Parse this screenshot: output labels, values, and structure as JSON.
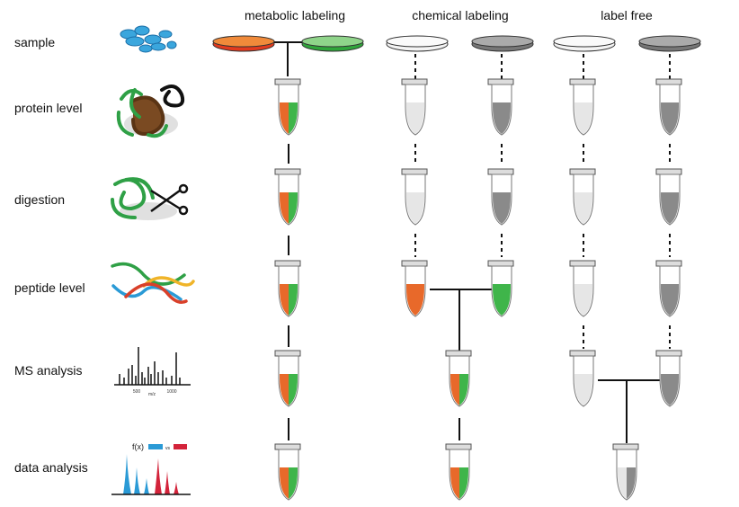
{
  "columns": [
    {
      "label": "metabolic labeling"
    },
    {
      "label": "chemical labeling"
    },
    {
      "label": "label free"
    }
  ],
  "rows": [
    {
      "label": "sample"
    },
    {
      "label": "protein level"
    },
    {
      "label": "digestion"
    },
    {
      "label": "peptide level"
    },
    {
      "label": "MS analysis"
    },
    {
      "label": "data analysis"
    }
  ],
  "ms_icon": {
    "tick_500": "500",
    "tick_1000": "1000",
    "axis": "m/z"
  },
  "data_icon": {
    "func": "f(x)",
    "vs": "vs"
  },
  "colors": {
    "orange": "#e8692a",
    "green": "#3fb54a",
    "red": "#d9402a",
    "gray": "#8a8a8a",
    "light": "#e6e6e6",
    "blue": "#2a9ad6",
    "crimson": "#d3233a"
  },
  "samples": {
    "metabolic": [
      "red",
      "green"
    ],
    "chemical": [
      "light",
      "gray"
    ],
    "label_free": [
      "light",
      "gray"
    ]
  },
  "tubes": {
    "metabolic": [
      "split",
      "split",
      "split",
      "split",
      "split"
    ],
    "chemical_a": [
      "light",
      "light",
      "orange"
    ],
    "chemical_b": [
      "gray",
      "gray",
      "green"
    ],
    "chemical_merged": [
      "split",
      "split"
    ],
    "label_free_a": [
      "light",
      "light",
      "light",
      "light"
    ],
    "label_free_b": [
      "gray",
      "gray",
      "gray",
      "gray"
    ],
    "label_free_merged": [
      "lightgray"
    ]
  }
}
